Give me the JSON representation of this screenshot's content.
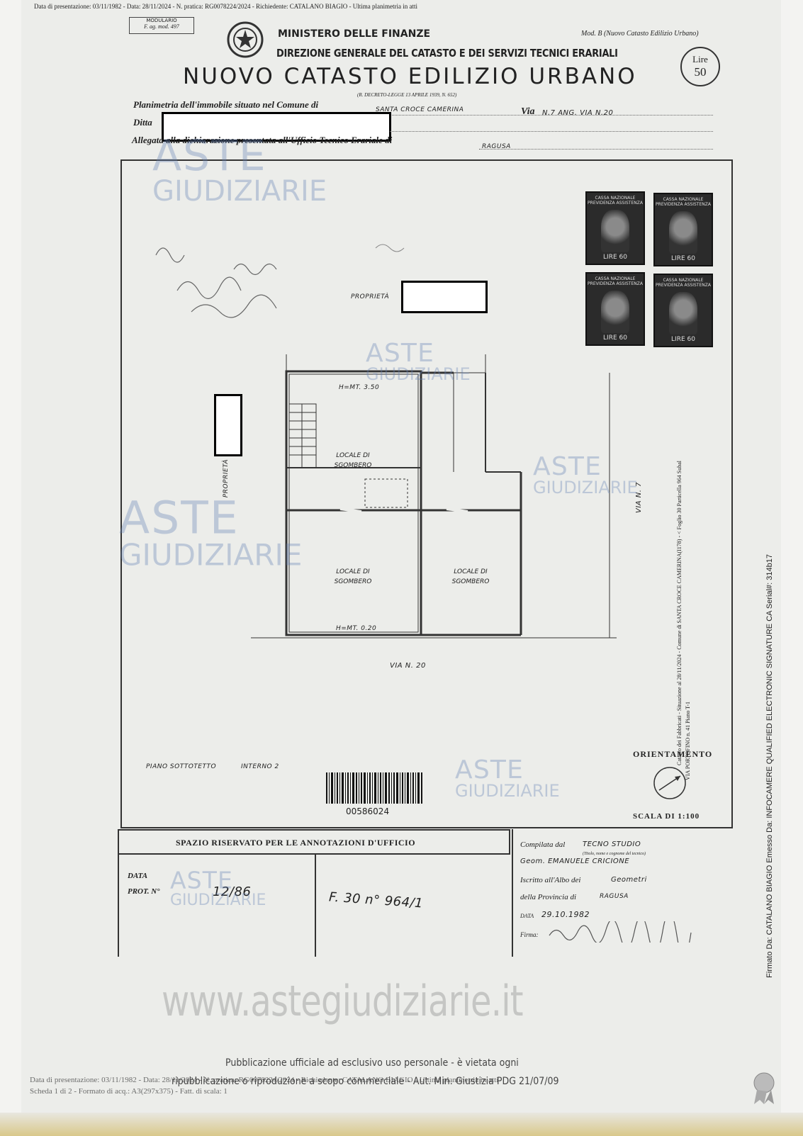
{
  "header_line": "Data di presentazione: 03/11/1982 - Data: 28/11/2024 - N. pratica: RG0078224/2024 - Richiedente: CATALANO BIAGIO - Ultima planimetria in atti",
  "modulario": {
    "label": "MODULARIO",
    "code": "F. ag. mod. 497"
  },
  "ministero": "MINISTERO DELLE FINANZE",
  "direzione": "DIREZIONE GENERALE DEL CATASTO E DEI SERVIZI TECNICI ERARIALI",
  "mod_b": "Mod. B (Nuovo Catasto Edilizio Urbano)",
  "lire_stamp": {
    "label": "Lire",
    "value": "50"
  },
  "main_title": "NUOVO CATASTO EDILIZIO URBANO",
  "decree": "(R. DECRETO-LEGGE 13 APRILE 1939, N. 652)",
  "form": {
    "planimetria_label": "Planimetria dell'immobile situato nel Comune di",
    "comune": "SANTA CROCE CAMERINA",
    "via_label": "Via",
    "via_value": "N.7 ANG. VIA N.20",
    "ditta_label": "Ditta",
    "allegata_label": "Allegata alla dichiarazione presentata all'Ufficio Tecnico Erariale di",
    "ufficio": "RAGUSA"
  },
  "revenue_stamps": [
    {
      "top": "CASSA NAZIONALE PREVIDENZA ASSISTENZA",
      "value": "LIRE 60"
    },
    {
      "top": "CASSA NAZIONALE PREVIDENZA ASSISTENZA",
      "value": "LIRE 60"
    },
    {
      "top": "CASSA NAZIONALE PREVIDENZA ASSISTENZA",
      "value": "LIRE 60"
    },
    {
      "top": "CASSA NAZIONALE PREVIDENZA ASSISTENZA",
      "value": "LIRE 60"
    }
  ],
  "plan": {
    "proprieta_top": "PROPRIETÀ",
    "proprieta_left": "PROPRIETÀ",
    "h_top": "H=MT. 3.50",
    "h_bottom": "H=MT. 0.20",
    "room1": [
      "LOCALE DI",
      "SGOMBERO"
    ],
    "room2": [
      "LOCALE DI",
      "SGOMBERO"
    ],
    "room3": [
      "LOCALE DI",
      "SGOMBERO"
    ],
    "via_right": "VIA N. 7",
    "via_bottom": "VIA N. 20",
    "piano": "PIANO SOTTOTETTO",
    "interno": "INTERNO 2",
    "barcode_number": "00586024",
    "orientamento": "ORIENTAMENTO",
    "scala": "SCALA DI 1:100",
    "side_note": "Catasto dei Fabbricati - Situazione al 28/11/2024 - Comune di SANTA CROCE CAMERINA(I178) - < Foglio 30 Particella 964 Subalterno 1 >",
    "side_note2": "VIA PORTOFINO n. 41 Piano T-1"
  },
  "office": {
    "title": "SPAZIO RISERVATO PER LE ANNOTAZIONI D'UFFICIO",
    "data_label": "DATA",
    "prot_label": "PROT. N°",
    "prot_value": "12/86",
    "note": "F. 30 n° 964/1"
  },
  "compiler": {
    "compilata_label": "Compilata dal",
    "compilata_value": "TECNO STUDIO",
    "title_hint": "(Titolo, nome e cognome del tecnico)",
    "name": "Geom. EMANUELE CRICIONE",
    "iscritto_label": "Iscritto all'Albo dei",
    "iscritto_value": "Geometri",
    "provincia_label": "della Provincia di",
    "provincia_value": "RAGUSA",
    "data_label": "DATA",
    "data_value": "29.10.1982",
    "firma_label": "Firma:"
  },
  "watermarks": {
    "aste": "ASTE",
    "giudiziarie": "GIUDIZIARIE",
    "site": "www.astegiudiziarie.it"
  },
  "footer": {
    "presentazione": "Data di presentazione: 03/11/1982 - Data: 28/11/2024 - N. pratica: RG0078224/2024 - Richiedente: CATALANO BIAGIO - Ultima planimetria in atti",
    "scheda": "Scheda 1 di 2 - Formato di acq.: A3(297x375) - Fatt. di scala: 1",
    "pub1": "Pubblicazione ufficiale ad esclusivo uso personale - è vietata ogni",
    "pub2": "ripubblicazione o riproduzione a scopo commerciale - Aut. Min. Giustizia PDG 21/07/09"
  },
  "signature_side": "Firmato Da: CATALANO BIAGIO Emesso Da: INFOCAMERE QUALIFIED ELECTRONIC SIGNATURE CA Serial#: 314b17"
}
